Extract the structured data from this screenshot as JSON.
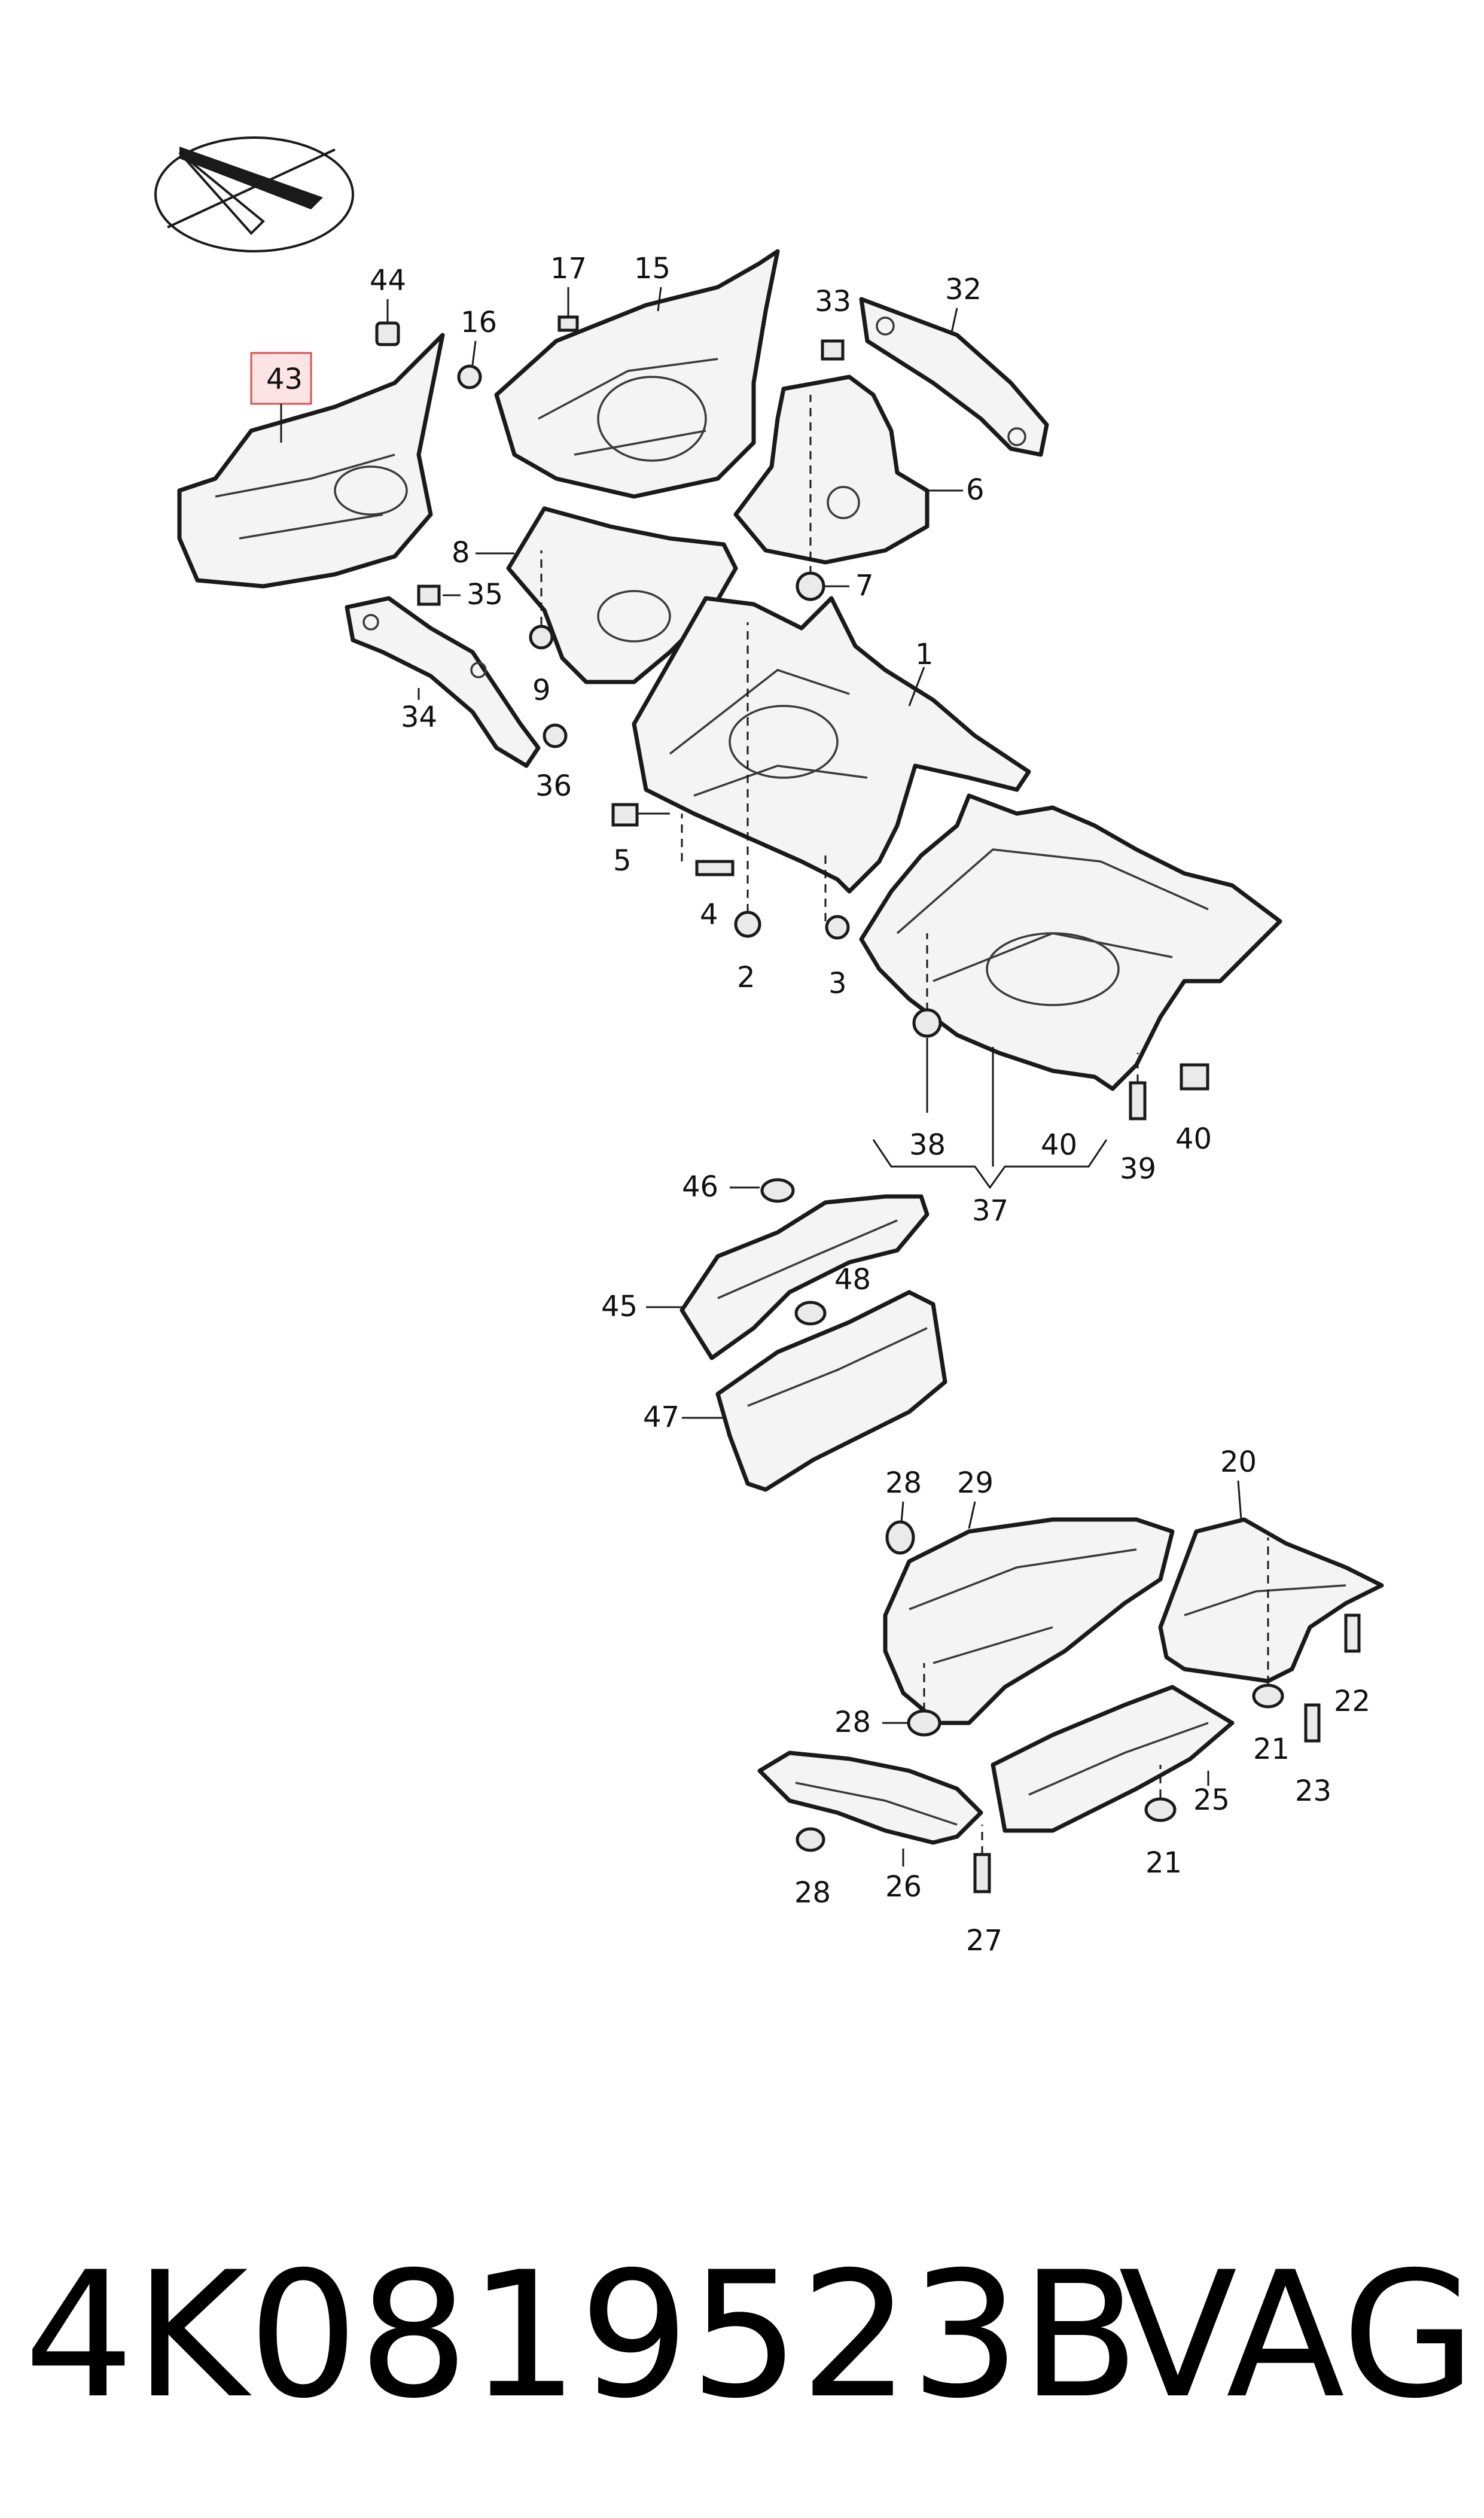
{
  "callouts": {
    "c1": "1",
    "c2": "2",
    "c3": "3",
    "c4": "4",
    "c5": "5",
    "c6": "6",
    "c7": "7",
    "c8": "8",
    "c9": "9",
    "c15": "15",
    "c16": "16",
    "c17": "17",
    "c20": "20",
    "c21a": "21",
    "c21b": "21",
    "c22": "22",
    "c23": "23",
    "c25": "25",
    "c26": "26",
    "c27": "27",
    "c28a": "28",
    "c28b": "28",
    "c28c": "28",
    "c29": "29",
    "c32": "32",
    "c33": "33",
    "c34": "34",
    "c35": "35",
    "c36": "36",
    "c37": "37",
    "c38": "38",
    "c39": "39",
    "c40a": "40",
    "c40b": "40",
    "c43": "43",
    "c44": "44",
    "c45": "45",
    "c46": "46",
    "c47": "47",
    "c48": "48"
  },
  "highlighted_callout": "43",
  "highlight_color": "#d9534f",
  "footer": {
    "part_number": "4K0819523B",
    "brand": "VAG"
  }
}
